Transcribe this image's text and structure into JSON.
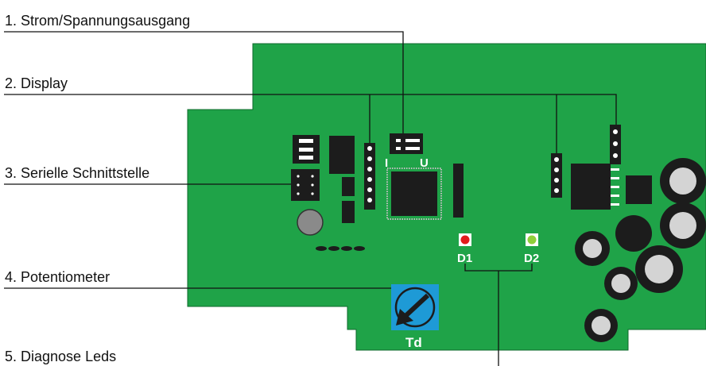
{
  "labels": [
    "1. Strom/Spannungsausgang",
    "2. Display",
    "3. Serielle Schnittstelle",
    "4. Potentiometer",
    "5. Diagnose Leds"
  ],
  "board": {
    "jumper_i": "I",
    "jumper_u": "U",
    "led_1": "D1",
    "led_2": "D2",
    "pot_label": "Td"
  },
  "colors": {
    "pcb": "#1fa348",
    "pcb_edge": "#0f6a2c",
    "component": "#1c1c1c",
    "pot": "#1e9ad6",
    "led_red": "#e11b1b",
    "led_green": "#8fcf3a",
    "leader_line": "#111111"
  }
}
